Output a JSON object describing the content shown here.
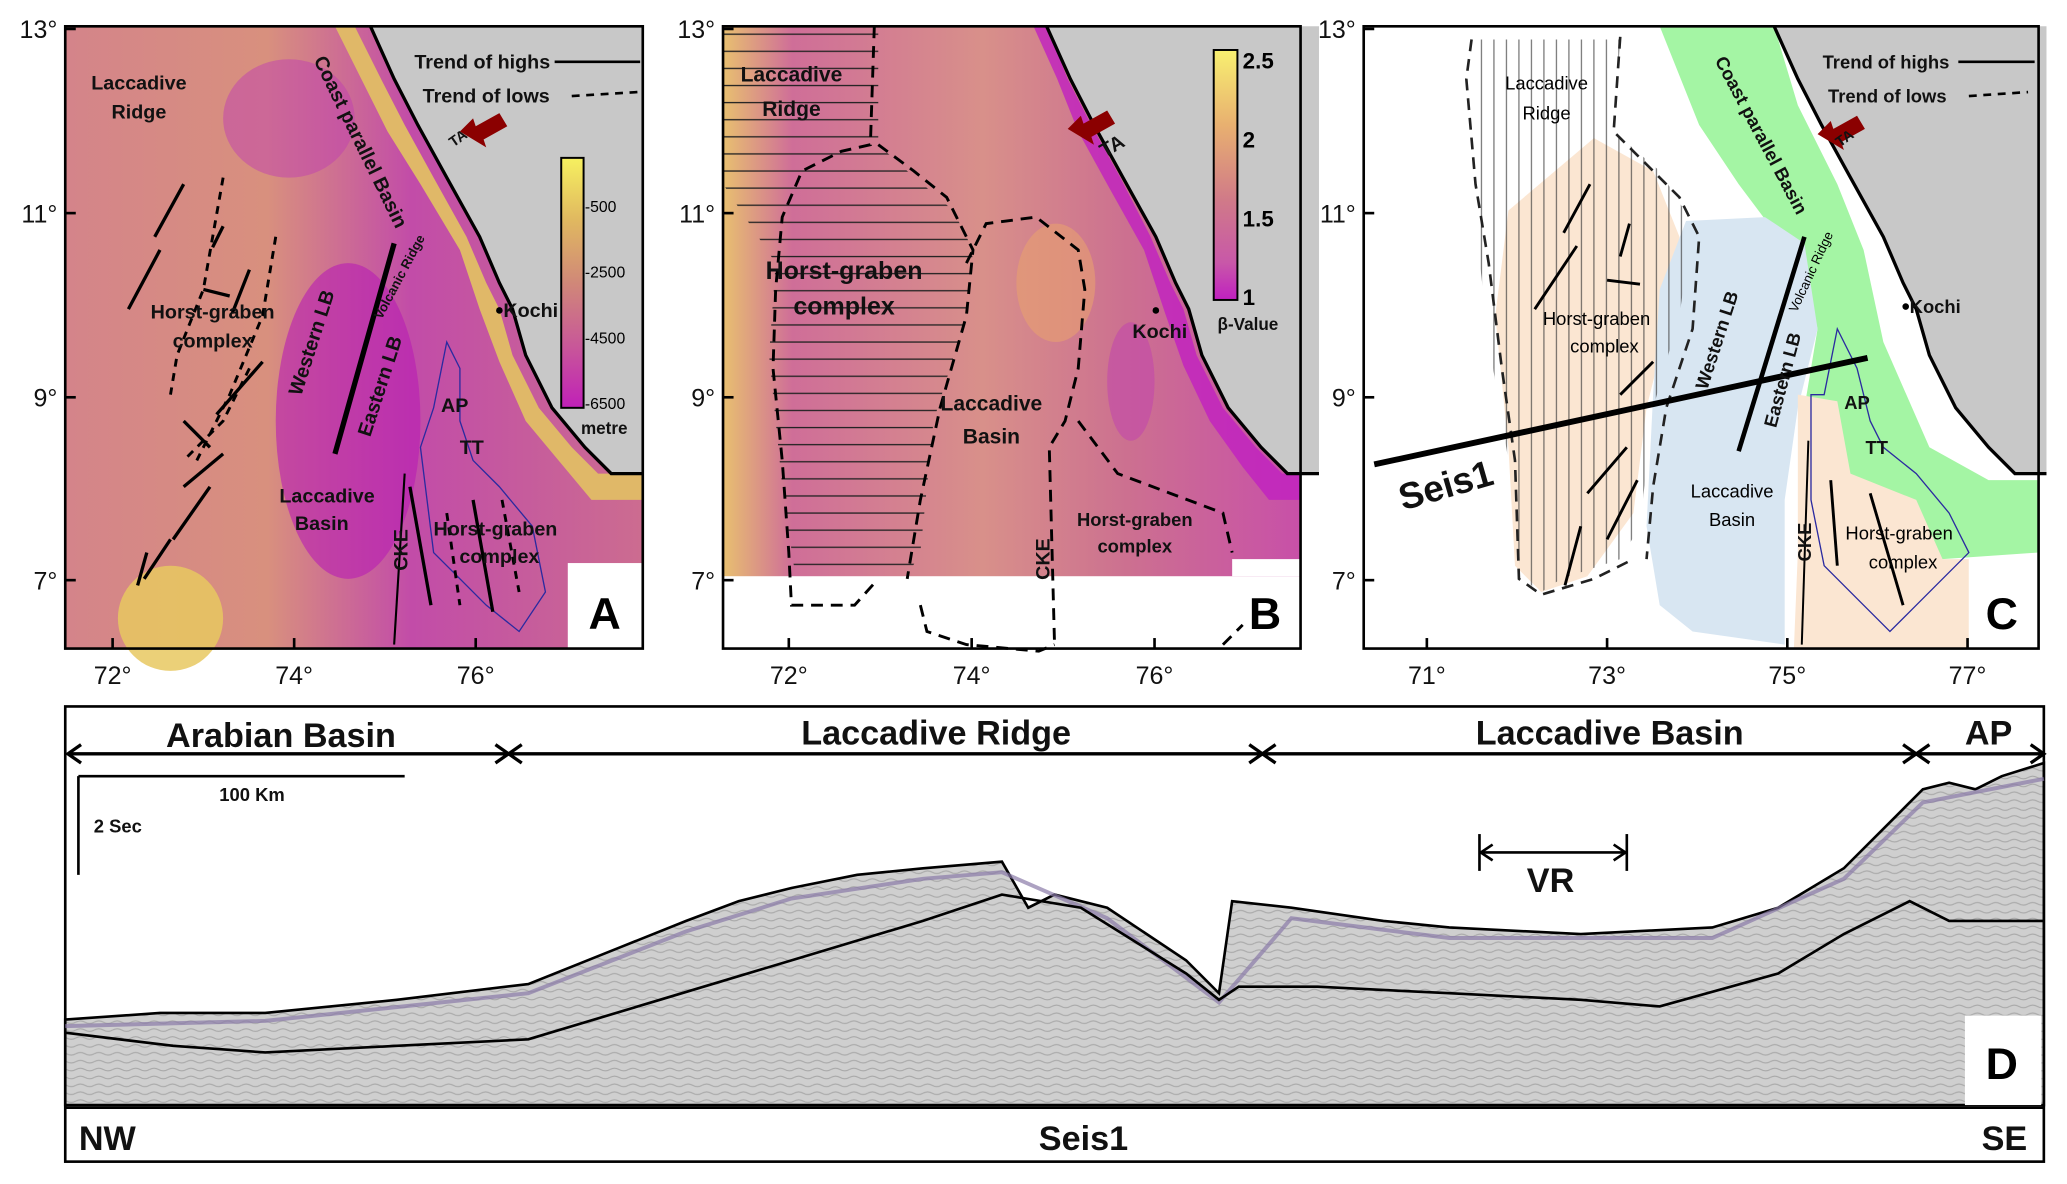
{
  "panels": {
    "A": {
      "letter": "A",
      "lat_ticks": [
        "13°",
        "11°",
        "9°",
        "7°"
      ],
      "lon_ticks": [
        "72°",
        "74°",
        "76°"
      ],
      "legend": {
        "highs": "Trend of highs",
        "lows": "Trend of lows"
      },
      "labels": {
        "laccadive_ridge_1": "Laccadive",
        "laccadive_ridge_2": "Ridge",
        "coast_parallel_basin": "Coast parallel Basin",
        "ta": "TA",
        "horst_graben_1": "Horst-graben",
        "horst_graben_2": "complex",
        "western_lb": "Western LB",
        "volcanic_ridge": "Volcanic Ridge",
        "eastern_lb": "Eastern LB",
        "kochi": "Kochi",
        "ap": "AP",
        "tt": "TT",
        "laccadive_basin_1": "Laccadive",
        "laccadive_basin_2": "Basin",
        "cke": "CKE",
        "horst_graben_se_1": "Horst-graben",
        "horst_graben_se_2": "complex"
      },
      "colorbar": {
        "ticks": [
          "-500",
          "-2500",
          "-4500",
          "-6500"
        ],
        "unit": "metre",
        "colors": [
          "#f6f060",
          "#e0b860",
          "#d08878",
          "#c85898",
          "#c020b8"
        ]
      }
    },
    "B": {
      "letter": "B",
      "lat_ticks": [
        "13°",
        "11°",
        "9°",
        "7°"
      ],
      "lon_ticks": [
        "72°",
        "74°",
        "76°"
      ],
      "labels": {
        "laccadive_ridge_1": "Laccadive",
        "laccadive_ridge_2": "Ridge",
        "horst_graben_1": "Horst-graben",
        "horst_graben_2": "complex",
        "laccadive_basin_1": "Laccadive",
        "laccadive_basin_2": "Basin",
        "kochi": "Kochi",
        "ta": "TA",
        "cke": "CKE",
        "horst_graben_se_1": "Horst-graben",
        "horst_graben_se_2": "complex"
      },
      "colorbar": {
        "ticks": [
          "2.5",
          "2",
          "1.5",
          "1"
        ],
        "unit": "β-Value",
        "colors": [
          "#f8f070",
          "#e8b070",
          "#d07a88",
          "#c858a8",
          "#c020c0"
        ]
      }
    },
    "C": {
      "letter": "C",
      "lat_ticks": [
        "13°",
        "11°",
        "9°",
        "7°"
      ],
      "lon_ticks": [
        "71°",
        "73°",
        "75°",
        "77°"
      ],
      "legend": {
        "highs": "Trend of highs",
        "lows": "Trend of lows"
      },
      "labels": {
        "laccadive_ridge_1": "Laccadive",
        "laccadive_ridge_2": "Ridge",
        "coast_parallel_basin": "Coast parallel Basin",
        "ta": "TA",
        "horst_graben_1": "Horst-graben",
        "horst_graben_2": "complex",
        "western_lb": "Western LB",
        "volcanic_ridge": "Volcanic Ridge",
        "eastern_lb": "Eastern LB",
        "kochi": "Kochi",
        "ap": "AP",
        "tt": "TT",
        "laccadive_basin_1": "Laccadive",
        "laccadive_basin_2": "Basin",
        "cke": "CKE",
        "horst_graben_se_1": "Horst-graben",
        "horst_graben_se_2": "complex",
        "seis1": "Seis1"
      },
      "colors": {
        "horst_graben": "#fbe6d2",
        "laccadive_basin": "#d8e6f2",
        "coast_basin": "#a4f5a4",
        "land": "#c8c8c8"
      }
    },
    "D": {
      "letter": "D",
      "regions": [
        "Arabian Basin",
        "Laccadive Ridge",
        "Laccadive Basin",
        "AP"
      ],
      "scale_km": "100 Km",
      "scale_sec": "2 Sec",
      "vr": "VR",
      "nw": "NW",
      "se": "SE",
      "profile": "Seis1"
    }
  },
  "colors": {
    "land": "#c8c8c8",
    "arrow": "#8b0000",
    "cruise_track": "#2a2aa0"
  }
}
